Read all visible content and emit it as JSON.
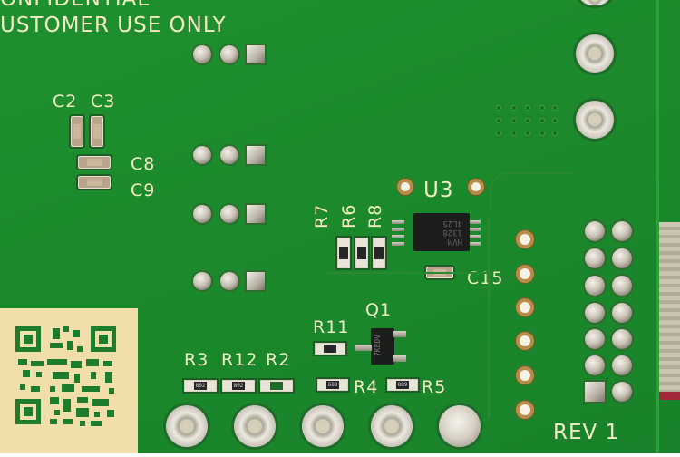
{
  "image": {
    "subject": "green printed circuit board close-up",
    "colors": {
      "solder_mask": "#1f8a2c",
      "silkscreen": "#f2ecc4",
      "qr_label": "#f1dfab",
      "ribbon_cable": "#c9c1ae",
      "ribbon_red_stripe": "#a0283a"
    }
  },
  "silkscreen": {
    "header_line1": "ONFIDENTIAL",
    "header_line2": "USTOMER USE ONLY",
    "rev": "REV 1"
  },
  "designators": {
    "c2": "C2",
    "c3": "C3",
    "c8": "C8",
    "c9": "C9",
    "c15": "C15",
    "u3": "U3",
    "r7": "R7",
    "r6": "R6",
    "r8": "R8",
    "r11": "R11",
    "q1": "Q1",
    "r3": "R3",
    "r12": "R12",
    "r2": "R2",
    "r4": "R4",
    "r5": "R5"
  },
  "markings": {
    "u3_line1": "HVM",
    "u3_line2": "1328",
    "u3_line3": "4L25",
    "q1_code": "7KEDV",
    "r4_code": "688",
    "r5_code": "889",
    "r3_code": "802",
    "r12_code": "802"
  }
}
